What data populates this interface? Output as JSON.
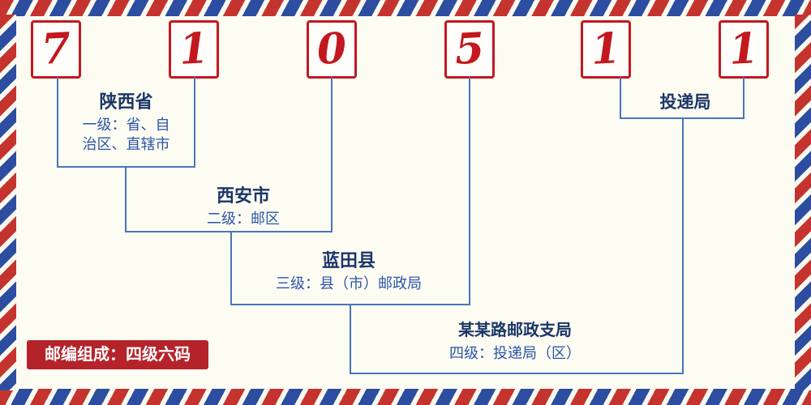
{
  "postal_code": {
    "digits": [
      "7",
      "1",
      "0",
      "5",
      "1",
      "1"
    ]
  },
  "levels": [
    {
      "name": "陕西省",
      "desc": "一级：省、自治区、直辖市"
    },
    {
      "name": "西安市",
      "desc": "二级：邮区"
    },
    {
      "name": "蓝田县",
      "desc": "三级：县（市）邮政局"
    },
    {
      "name": "某某路邮政支局",
      "desc": "四级：投递局（区）"
    }
  ],
  "delivery_label": "投递局",
  "legend": "邮编组成：四级六码",
  "colors": {
    "digit_red": "#c2181e",
    "line_blue": "#4a74bd",
    "title_navy": "#1c3668",
    "desc_blue": "#2c55a8",
    "legend_red": "#b5232a",
    "stripe_red": "#c5332f",
    "stripe_blue": "#2c4da0",
    "background": "#fcfcf2"
  }
}
